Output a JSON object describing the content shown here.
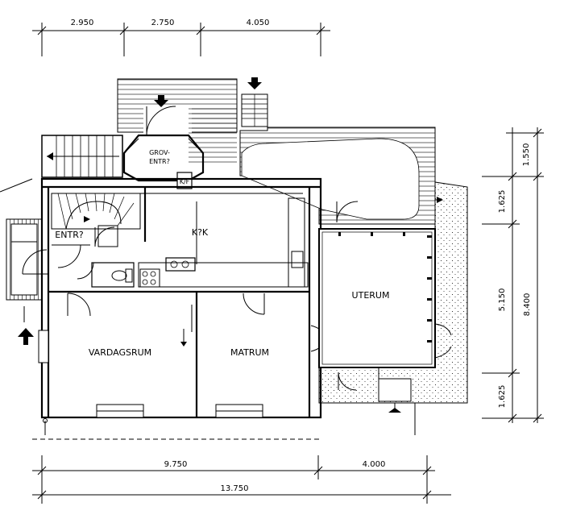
{
  "rooms": {
    "vardagsrum": "VARDAGSRUM",
    "matrum": "MATRUM",
    "kok": "K?K",
    "entre": "ENTR?",
    "uterum": "UTERUM",
    "grov_entre_1": "GROV-",
    "grov_entre_2": "ENTR?",
    "kf": "K/F"
  },
  "dimensions": {
    "top": [
      "2.950",
      "2.750",
      "4.050"
    ],
    "bottom_row1": [
      "9.750",
      "4.000"
    ],
    "bottom_total": "13.750",
    "right_inner": [
      "1.550",
      "1.625",
      "5.150",
      "1.625"
    ],
    "right_total": "8.400"
  },
  "arrows": {
    "top_entrance": "down-arrow-icon",
    "side_entrance": "up-arrow-icon"
  }
}
